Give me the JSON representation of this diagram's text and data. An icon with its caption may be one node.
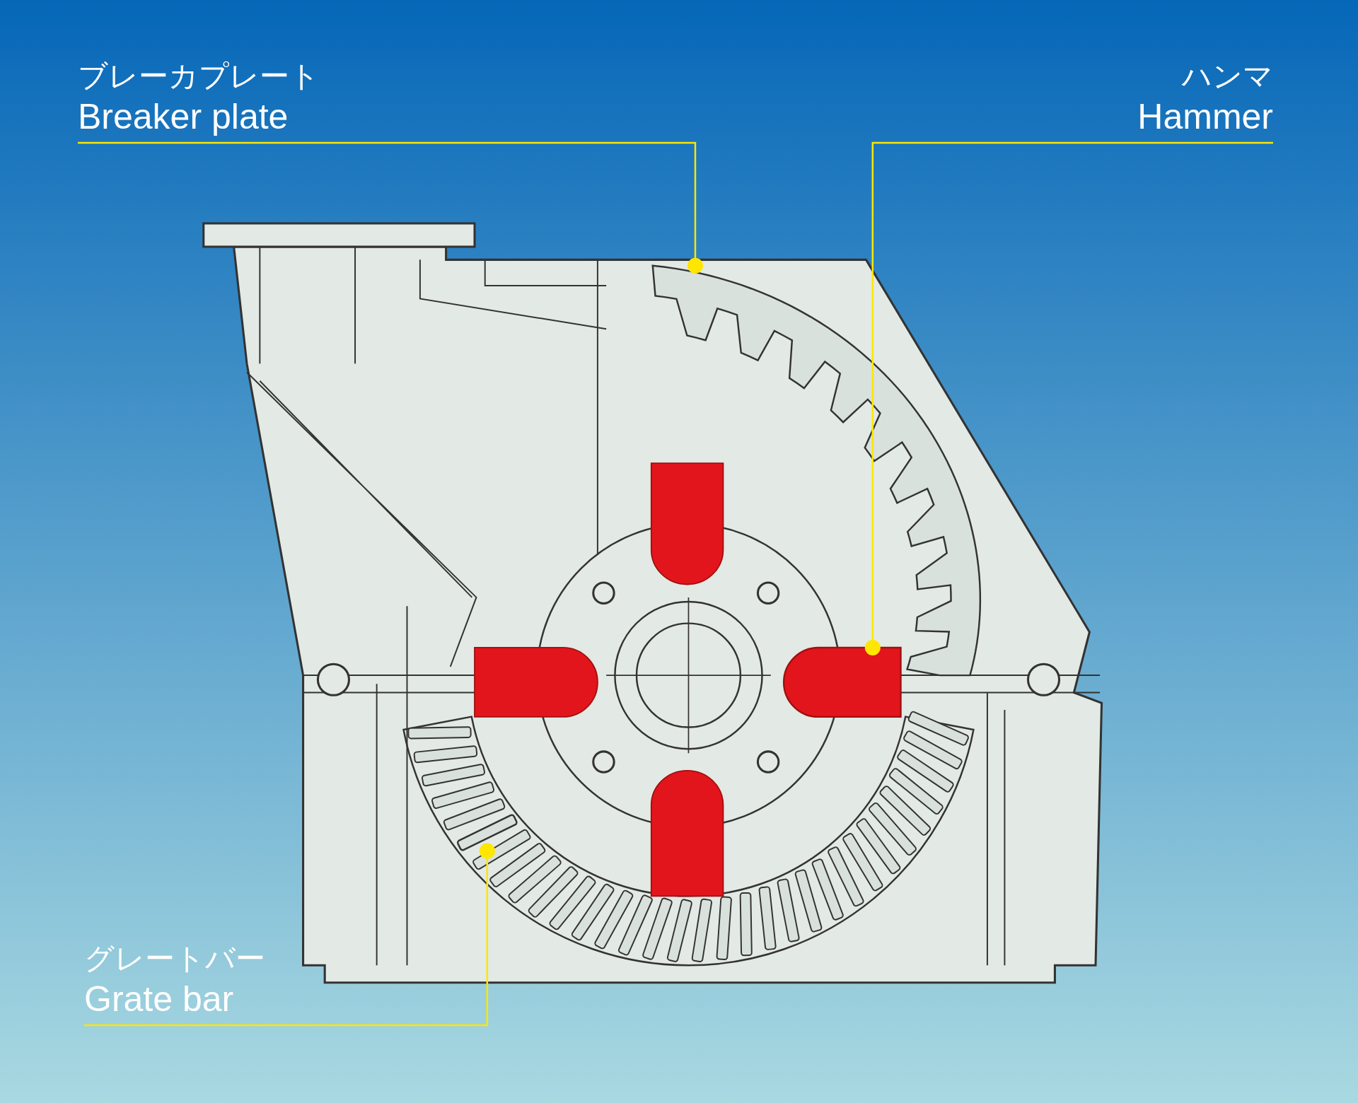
{
  "diagram": {
    "nodes": [
      {
        "text": [
          "ブレーカプレート",
          "Breaker plate"
        ]
      },
      {
        "text": [
          "ハンマ",
          "Hammer"
        ]
      },
      {
        "text": [
          "グレートバー",
          "Grate bar"
        ]
      },
      {
        "text": [],
        "shape": "picture"
      },
      {
        "text": [],
        "shape": "box"
      },
      {
        "text": [],
        "shape": "box"
      }
    ],
    "edges": [
      {
        "from": 0,
        "to": 3,
        "arrow": "other"
      },
      {
        "from": 1,
        "to": 4,
        "arrow": "other"
      },
      {
        "from": 2,
        "to": 5,
        "arrow": "other"
      }
    ]
  }
}
